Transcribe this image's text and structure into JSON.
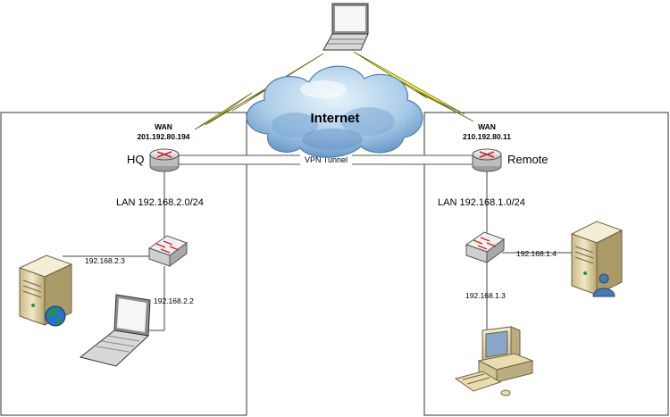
{
  "internet": {
    "label": "Internet"
  },
  "vpn": {
    "label": "VPN Tunnel"
  },
  "hq": {
    "name": "HQ",
    "wan_title": "WAN",
    "wan_ip": "201.192.80.194",
    "lan": "LAN 192.168.2.0/24",
    "server_ip": "192.168.2.3",
    "laptop_ip": "192.168.2.2"
  },
  "remote": {
    "name": "Remote",
    "wan_title": "WAN",
    "wan_ip": "210.192.80.11",
    "lan": "LAN 192.168.1.0/24",
    "server_ip": "192.168.1.4",
    "pc_ip": "192.168.1.3"
  },
  "colors": {
    "cloud_light": "#d6ebf7",
    "cloud_dark": "#5e90c4",
    "lightning": "#ffff33",
    "router_body": "#e6e6e6",
    "arrow_red": "#d92020",
    "server_beige": "#e8dcb0",
    "globe_green": "#1a9a3a",
    "user_blue": "#4a79b8"
  },
  "icons": [
    "laptop-icon",
    "cloud-icon",
    "router-icon",
    "switch-icon",
    "server-icon",
    "globe-icon",
    "user-icon",
    "desktop-pc-icon",
    "lightning-icon"
  ]
}
